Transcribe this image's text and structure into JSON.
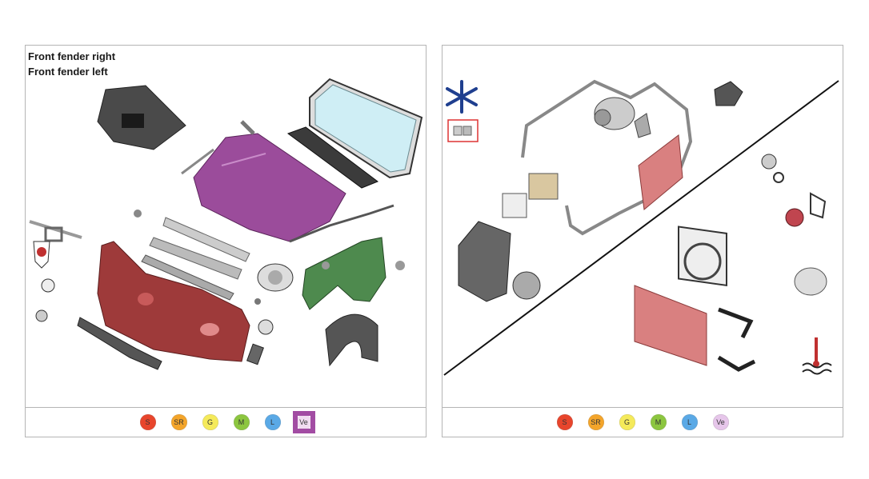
{
  "left_panel": {
    "titles": [
      "Front fender right",
      "Front fender left"
    ],
    "filters": [
      {
        "label": "S",
        "color": "#e8452c"
      },
      {
        "label": "SR",
        "color": "#f4a52a"
      },
      {
        "label": "G",
        "color": "#f5ea5a"
      },
      {
        "label": "M",
        "color": "#8cc63f"
      },
      {
        "label": "L",
        "color": "#5aa9e6"
      },
      {
        "label": "Ve",
        "color": "#e6c6ea"
      }
    ],
    "active_filter": "Ve"
  },
  "right_panel": {
    "filters": [
      {
        "label": "S",
        "color": "#e8452c"
      },
      {
        "label": "SR",
        "color": "#f4a52a"
      },
      {
        "label": "G",
        "color": "#f5ea5a"
      },
      {
        "label": "M",
        "color": "#8cc63f"
      },
      {
        "label": "L",
        "color": "#5aa9e6"
      },
      {
        "label": "Ve",
        "color": "#e6c6ea"
      }
    ]
  },
  "colors": {
    "hood": "#9b4c9b",
    "bumper": "#9e3a3a",
    "fender": "#4e8a4e",
    "glass": "#cfeef5",
    "radiator": "#d98080",
    "snowflake": "#1f3f8f"
  }
}
